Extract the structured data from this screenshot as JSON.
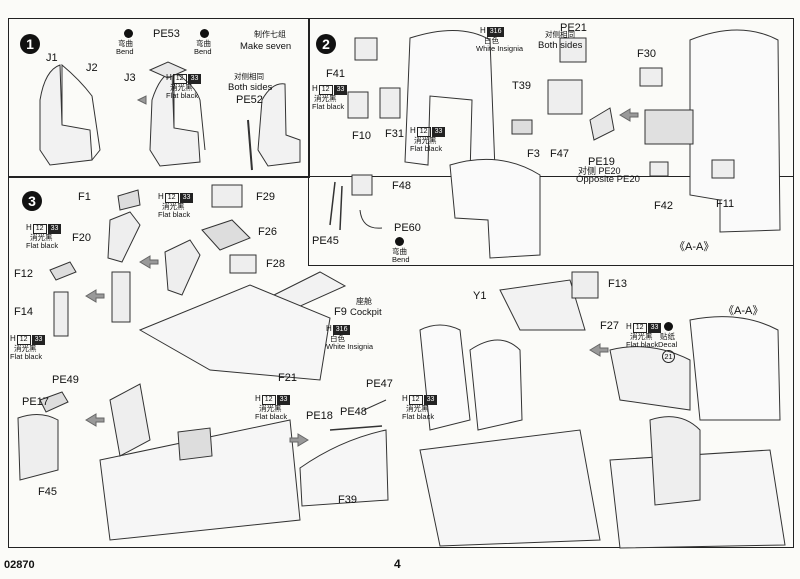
{
  "footer": {
    "kit_no": "02870",
    "page_no": "4"
  },
  "step1": {
    "num": "1",
    "labels": {
      "j1": "J1",
      "j2": "J2",
      "j3": "J3",
      "pe53": "PE53",
      "pe52": "PE52"
    },
    "bend_left": {
      "cn": "弯曲",
      "en": "Bend"
    },
    "bend_right": {
      "cn": "弯曲",
      "en": "Bend"
    },
    "make_seven": {
      "cn": "制作七组",
      "en": "Make seven"
    },
    "color": {
      "h": "H",
      "code1": "12",
      "code2": "33",
      "cn": "消光黑",
      "en": "Flat black"
    },
    "both_sides": {
      "cn": "对侧相同",
      "en": "Both sides"
    }
  },
  "step2": {
    "num": "2",
    "labels": {
      "f41": "F41",
      "f10": "F10",
      "f31": "F31",
      "t39": "T39",
      "pe21": "PE21",
      "f3": "F3",
      "f47": "F47",
      "pe19": "PE19",
      "f30": "F30",
      "f42": "F42",
      "f11": "F11",
      "f48": "F48",
      "pe45": "PE45",
      "pe60": "PE60"
    },
    "color_f41": {
      "h": "H",
      "code1": "12",
      "code2": "33",
      "cn": "消光黑",
      "en": "Flat black"
    },
    "color_f31": {
      "h": "H",
      "code1": "12",
      "code2": "33",
      "cn": "消光黑",
      "en": "Flat black"
    },
    "white_insignia": {
      "h": "H",
      "code": "316",
      "cn": "白色",
      "en": "White Insignia"
    },
    "both_sides": {
      "cn": "对侧相同",
      "en": "Both sides"
    },
    "opposite": {
      "cn": "对侧 PE20",
      "en": "Opposite PE20"
    },
    "bend": {
      "cn": "弯曲",
      "en": "Bend"
    },
    "section": "《A-A》"
  },
  "step3": {
    "num": "3",
    "labels": {
      "f1": "F1",
      "f20": "F20",
      "f12": "F12",
      "f14": "F14",
      "pe49": "PE49",
      "pe17": "PE17",
      "f45": "F45",
      "f29": "F29",
      "f26": "F26",
      "f28": "F28",
      "f9": "F9",
      "f21": "F21",
      "pe18": "PE18",
      "pe48": "PE48",
      "pe47": "PE47",
      "f39": "F39",
      "y1": "Y1",
      "f13": "F13",
      "f27": "F27"
    },
    "color_f1": {
      "h": "H",
      "code1": "12",
      "code2": "33",
      "cn": "消光黑",
      "en": "Flat black"
    },
    "color_f20": {
      "h": "H",
      "code1": "12",
      "code2": "33",
      "cn": "消光黑",
      "en": "Flat black"
    },
    "color_f14": {
      "h": "H",
      "code1": "12",
      "code2": "33",
      "cn": "消光黑",
      "en": "Flat black"
    },
    "color_pe18": {
      "h": "H",
      "code1": "12",
      "code2": "33",
      "cn": "消光黑",
      "en": "Flat black"
    },
    "color_pe47": {
      "h": "H",
      "code1": "12",
      "code2": "33",
      "cn": "消光黑",
      "en": "Flat black"
    },
    "color_f27": {
      "h": "H",
      "code1": "12",
      "code2": "33",
      "cn": "消光黑",
      "en": "Flat black"
    },
    "cockpit": {
      "cn": "座舱",
      "en": "Cockpit"
    },
    "white_insignia": {
      "h": "H",
      "code": "316",
      "cn": "白色",
      "en": "White Insignia"
    },
    "decal": {
      "cn": "贴纸",
      "en": "Decal",
      "num": "21"
    },
    "section": "《A-A》"
  }
}
